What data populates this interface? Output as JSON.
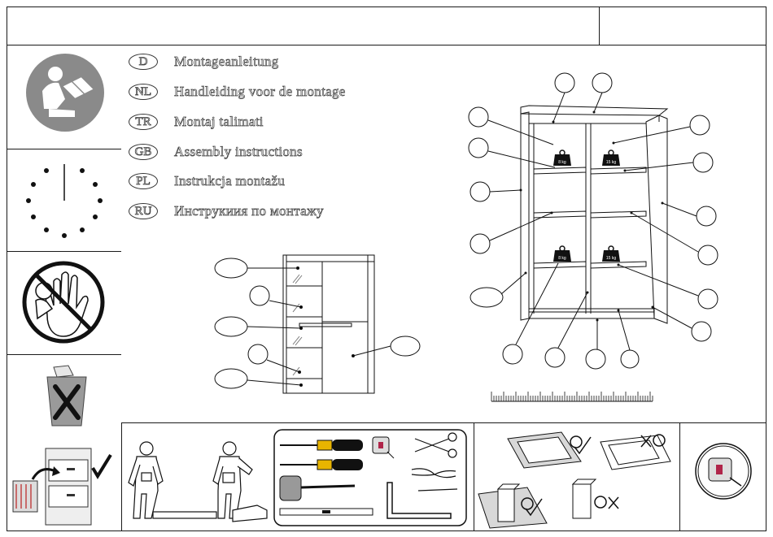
{
  "header": {
    "title": "",
    "code": ""
  },
  "languages": [
    {
      "code": "D",
      "label": "Montageanleitung"
    },
    {
      "code": "NL",
      "label": "Handleiding voor de montage"
    },
    {
      "code": "TR",
      "label": "Montaj  talimati"
    },
    {
      "code": "GB",
      "label": "Assembly instructions"
    },
    {
      "code": "PL",
      "label": "Instrukcja montažu"
    },
    {
      "code": "RU",
      "label": "Инструкиия по монтажу"
    }
  ],
  "weights": {
    "upper_left": "8 kg",
    "upper_right": "15 kg",
    "lower_left": "8 kg",
    "lower_right": "15 kg"
  },
  "sidebar_icons": [
    "read-manual-icon",
    "clock-icon",
    "no-children-icon",
    "no-trash-icon",
    "packaging-recycle-icon"
  ],
  "tools": [
    "screwdriver-icon",
    "screwdriver-icon",
    "rubber-mallet-icon",
    "tape-measure-icon",
    "scissors-icon",
    "pliers-icon",
    "spirit-level-icon",
    "square-ruler-icon"
  ]
}
